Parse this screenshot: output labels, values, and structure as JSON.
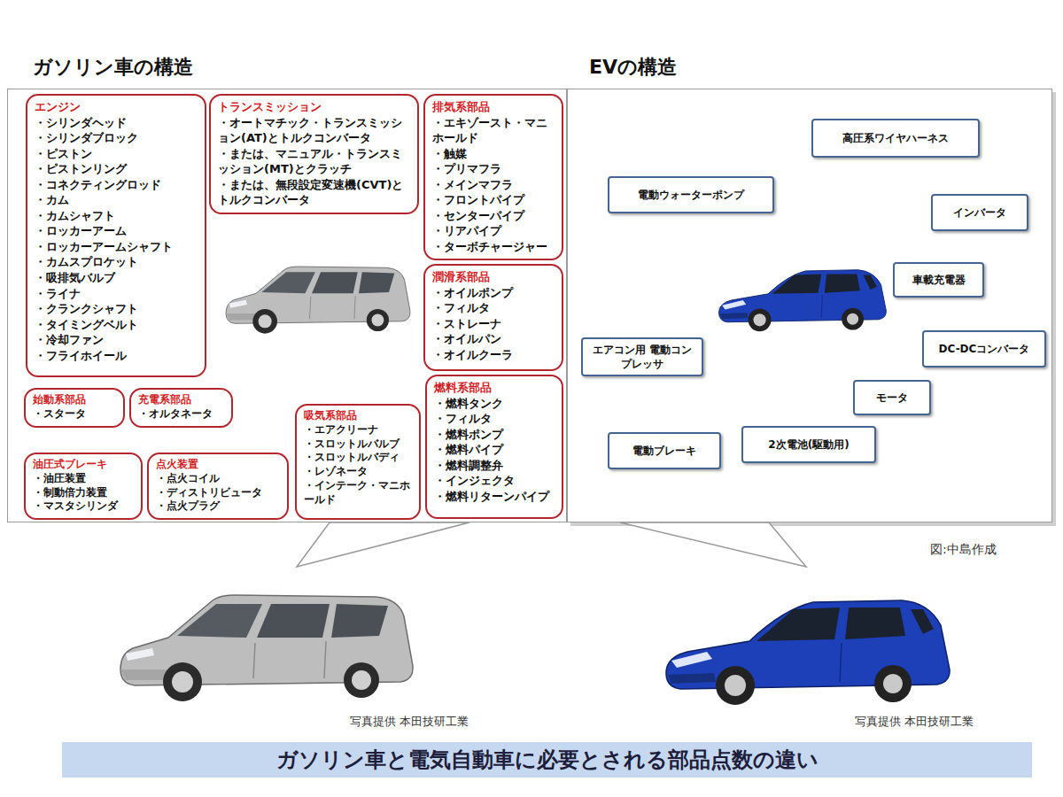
{
  "diagram": {
    "nodes": [
      {
        "text": [
          "ガソリン車の構造"
        ]
      },
      {
        "text": [
          "エンジン",
          "・シリンダヘッド",
          "・シリンダブロック",
          "・ピストン",
          "・ピストンリング",
          "・コネクティングロッド",
          "・カム",
          "・カムシャフト",
          "・ロッカーアーム",
          "・ロッカーアームシャフト",
          "・カムスプロケット",
          "・吸排気バルブ",
          "・ライナ",
          "・クランクシャフト",
          "・タイミングベルト",
          "・冷却ファン",
          "・フライホイール"
        ],
        "in": 0
      },
      {
        "text": [
          "トランスミッション",
          "・オートマチック・トランスミッション(AT)とトルクコンバータ",
          "・または、マニュアル・トランスミッション(MT)とクラッチ",
          "・または、無段設定変速機(CVT)とトルクコンバータ"
        ],
        "in": 0
      },
      {
        "text": [
          "排気系部品",
          "・エキゾースト・マニホールド",
          "・触媒",
          "・プリマフラ",
          "・メインマフラ",
          "・フロントパイプ",
          "・センターパイプ",
          "・リアパイプ",
          "・ターボチャージャー"
        ],
        "in": 0
      },
      {
        "text": [
          "潤滑系部品",
          "・オイルポンプ",
          "・フィルタ",
          "・ストレーナ",
          "・オイルパン",
          "・オイルクーラ"
        ],
        "in": 0
      },
      {
        "text": [
          "始動系部品",
          "・スタータ"
        ],
        "in": 0
      },
      {
        "text": [
          "充電系部品",
          "・オルタネータ"
        ],
        "in": 0
      },
      {
        "text": [
          "吸気系部品",
          "・エアクリーナ",
          "・スロットルバルブ",
          "・スロットルバディ",
          "・レゾネータ",
          "・インテーク・マニホールド"
        ],
        "in": 0
      },
      {
        "text": [
          "燃料系部品",
          "・燃料タンク",
          "・フィルタ",
          "・燃料ポンプ",
          "・燃料パイプ",
          "・燃料調整弁",
          "・インジェクタ",
          "・燃料リターンパイプ"
        ],
        "in": 0
      },
      {
        "text": [
          "油圧式ブレーキ",
          "・油圧装置",
          "・制動倍力装置",
          "・マスタシリンダ"
        ],
        "in": 0
      },
      {
        "text": [
          "点火装置",
          "・点火コイル",
          "・ディストリビュータ",
          "・点火プラグ"
        ],
        "in": 0
      },
      {
        "text": [
          "EVの構造"
        ]
      },
      {
        "text": [
          "高圧系ワイヤハーネス"
        ],
        "in": 11
      },
      {
        "text": [
          "電動ウォーターポンプ"
        ],
        "in": 11
      },
      {
        "text": [
          "インバータ"
        ],
        "in": 11
      },
      {
        "text": [
          "車載充電器"
        ],
        "in": 11
      },
      {
        "text": [
          "エアコン用 電動コンプレッサ"
        ],
        "in": 11
      },
      {
        "text": [
          "DC-DCコンバータ"
        ],
        "in": 11
      },
      {
        "text": [
          "モータ"
        ],
        "in": 11
      },
      {
        "text": [
          "電動ブレーキ"
        ],
        "in": 11
      },
      {
        "text": [
          "2次電池(駆動用)"
        ],
        "in": 11
      },
      {
        "text": [
          "ガソリン車と電気自動車に必要とされる部品点数の違い"
        ]
      }
    ],
    "labels": [
      "図:中島作成",
      "写真提供 本田技研工業",
      "写真提供 本田技研工業"
    ]
  }
}
